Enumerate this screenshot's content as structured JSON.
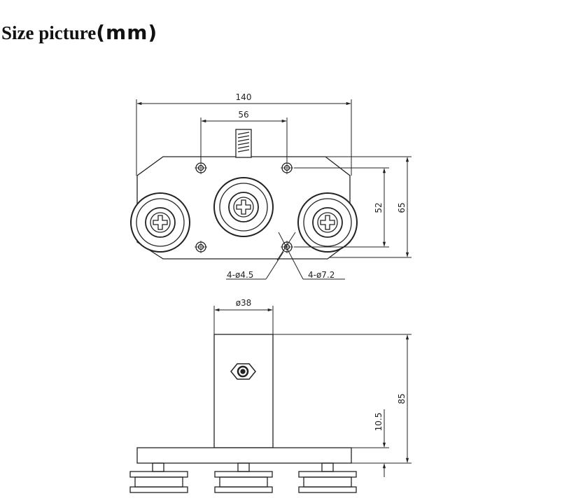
{
  "title": {
    "main": "Size picture",
    "unit": "(mm)"
  },
  "top_view": {
    "width_overall": "140",
    "hole_spacing": "56",
    "height_holes": "52",
    "height_overall": "65",
    "small_holes": "4-ø4.5",
    "large_holes": "4-ø7.2"
  },
  "side_view": {
    "diameter": "ø38",
    "height_overall": "85",
    "base_thickness": "10.5"
  }
}
